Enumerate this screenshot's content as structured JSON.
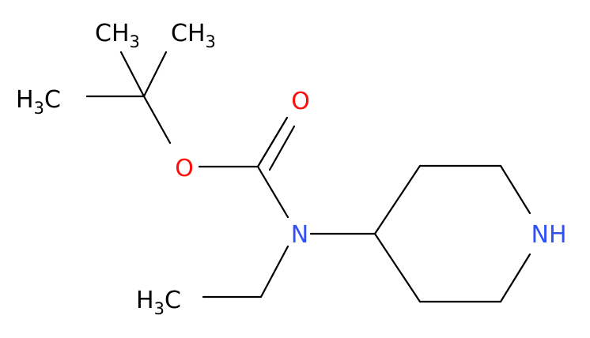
{
  "molecule": {
    "colors": {
      "bond": "#000000",
      "carbon_label": "#000000",
      "oxygen": "#ff0d0d",
      "nitrogen": "#3050f8"
    },
    "labels": {
      "methyl_top_left": {
        "main": "CH",
        "sub": "3"
      },
      "methyl_top_right": {
        "main": "CH",
        "sub": "3"
      },
      "methyl_left": {
        "main": "H",
        "sub": "3",
        "tail": "C"
      },
      "carbonyl_oxygen": "O",
      "ester_oxygen": "O",
      "amide_nitrogen": "N",
      "ring_nh": "NH",
      "ethyl_methyl": {
        "main": "H",
        "sub": "3",
        "tail": "C"
      }
    }
  }
}
